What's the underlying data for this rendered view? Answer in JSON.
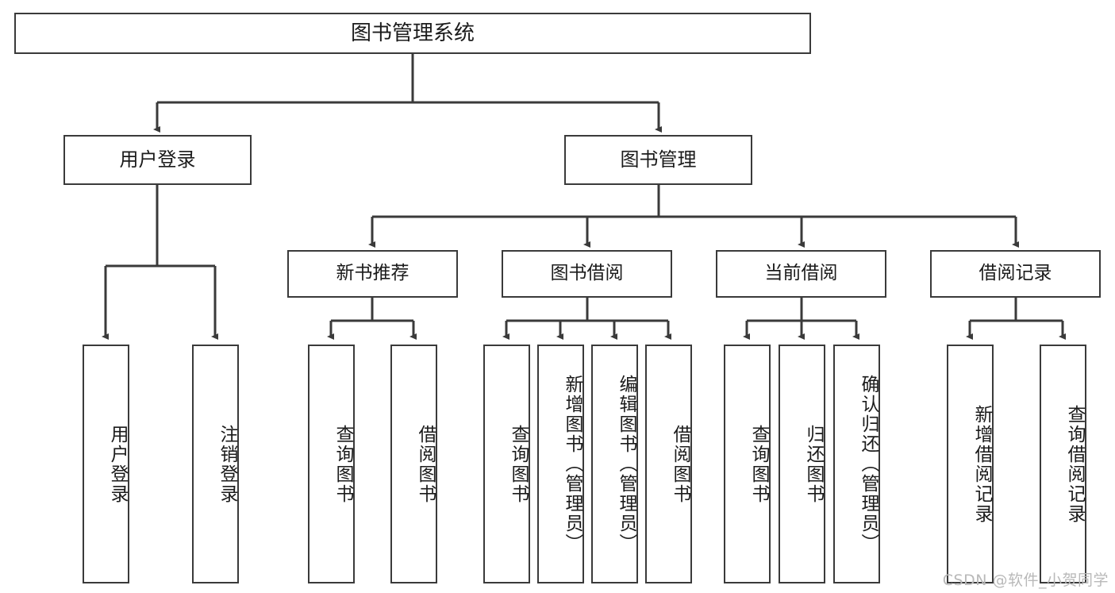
{
  "diagram": {
    "title": "图书管理系统",
    "type": "tree-hierarchy",
    "root": {
      "label": "图书管理系统"
    },
    "level2": [
      {
        "label": "用户登录"
      },
      {
        "label": "图书管理"
      }
    ],
    "level3": [
      {
        "label": "新书推荐"
      },
      {
        "label": "图书借阅"
      },
      {
        "label": "当前借阅"
      },
      {
        "label": "借阅记录"
      }
    ],
    "leaves": {
      "user_login": [
        {
          "label": "用户登录"
        },
        {
          "label": "注销登录"
        }
      ],
      "new_book_recommend": [
        {
          "label": "查询图书"
        },
        {
          "label": "借阅图书"
        }
      ],
      "book_borrow": [
        {
          "label": "查询图书"
        },
        {
          "label": "新增图书（管理员）"
        },
        {
          "label": "编辑图书（管理员）"
        },
        {
          "label": "借阅图书"
        }
      ],
      "current_borrow": [
        {
          "label": "查询图书"
        },
        {
          "label": "归还图书"
        },
        {
          "label": "确认归还（管理员）"
        }
      ],
      "borrow_record": [
        {
          "label": "新增借阅记录"
        },
        {
          "label": "查询借阅记录"
        }
      ]
    }
  },
  "watermark": {
    "text": "CSDN @软件_小贺同学"
  },
  "colors": {
    "border": "#3a3a3a",
    "text": "#1b1b1b",
    "background": "#ffffff",
    "watermark": "#b9b9b9"
  }
}
